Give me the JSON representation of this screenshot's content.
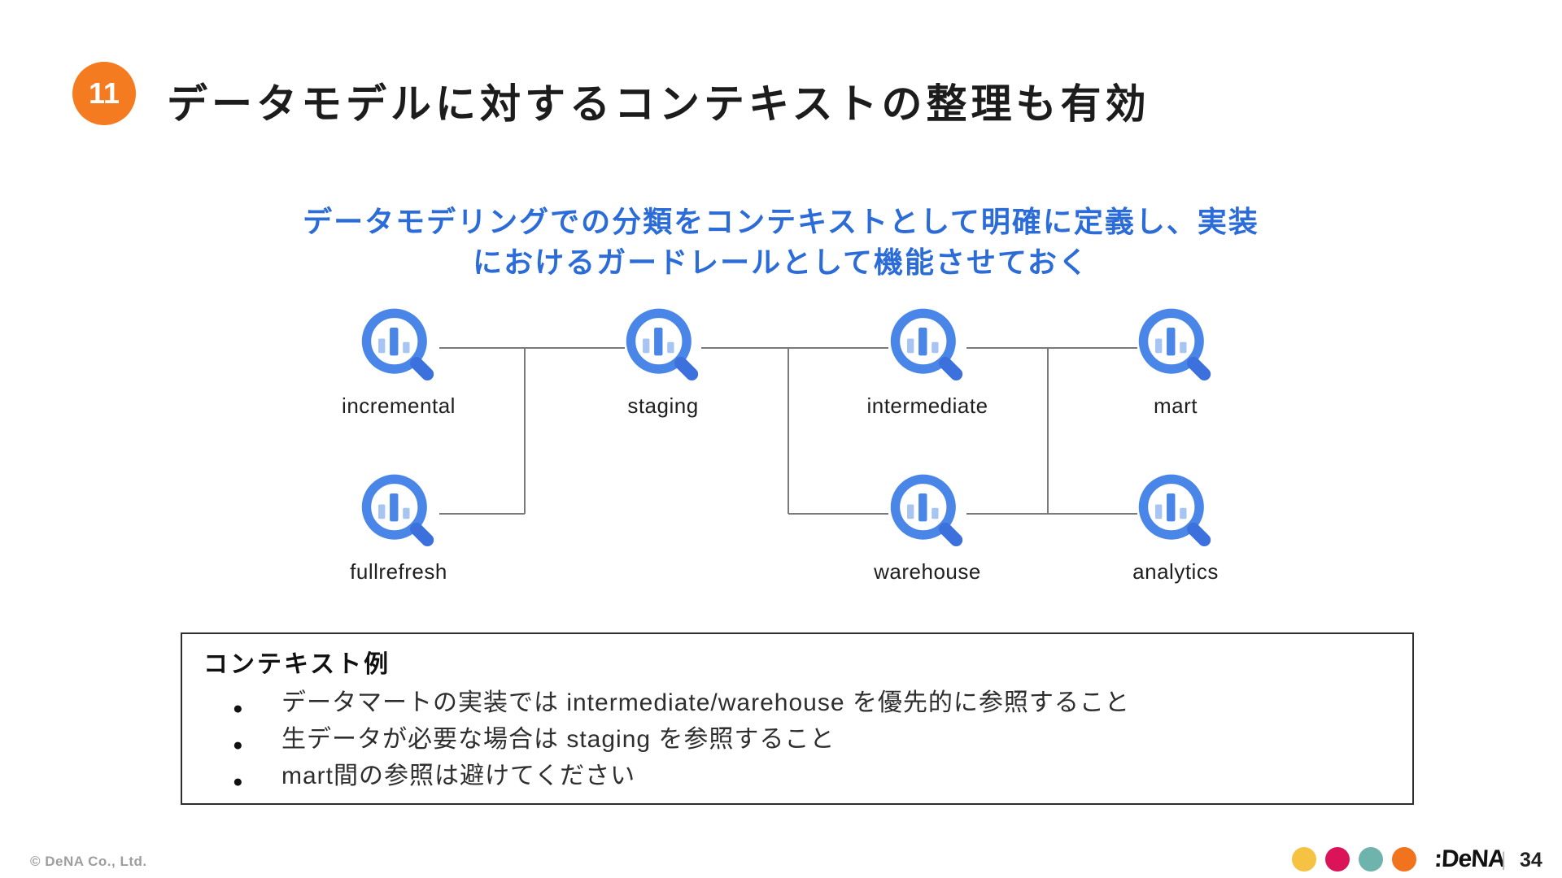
{
  "slide": {
    "badge": "11",
    "title": "データモデルに対するコンテキストの整理も有効",
    "lead_line1": "データモデリングでの分類をコンテキストとして明確に定義し、実装",
    "lead_line2": "におけるガードレールとして機能させておく"
  },
  "diagram": {
    "nodes": [
      {
        "label": "incremental"
      },
      {
        "label": "staging"
      },
      {
        "label": "intermediate"
      },
      {
        "label": "mart"
      },
      {
        "label": "fullrefresh"
      },
      {
        "label": "warehouse"
      },
      {
        "label": "analytics"
      }
    ],
    "icon": "magnifier-bar-chart-icon"
  },
  "context_box": {
    "title": "コンテキスト例",
    "bullets": [
      "データマートの実装では intermediate/warehouse を優先的に参照すること",
      "生データが必要な場合は staging を参照すること",
      "mart間の参照は避けてください"
    ]
  },
  "footer": {
    "copyright": "© DeNA Co., Ltd.",
    "logo": ":DeNA",
    "separator": "|",
    "page_number": "34",
    "dot_colors": [
      "#F6C244",
      "#DB1459",
      "#6FB3AD",
      "#F1731D"
    ]
  },
  "colors": {
    "badge_orange": "#F57B20",
    "lead_blue": "#2B6CD9",
    "icon_blue": "#4A86E8",
    "icon_light_blue": "#A7C5F2",
    "icon_handle_blue": "#3C71DD",
    "connector_gray": "#7A7A7A"
  }
}
